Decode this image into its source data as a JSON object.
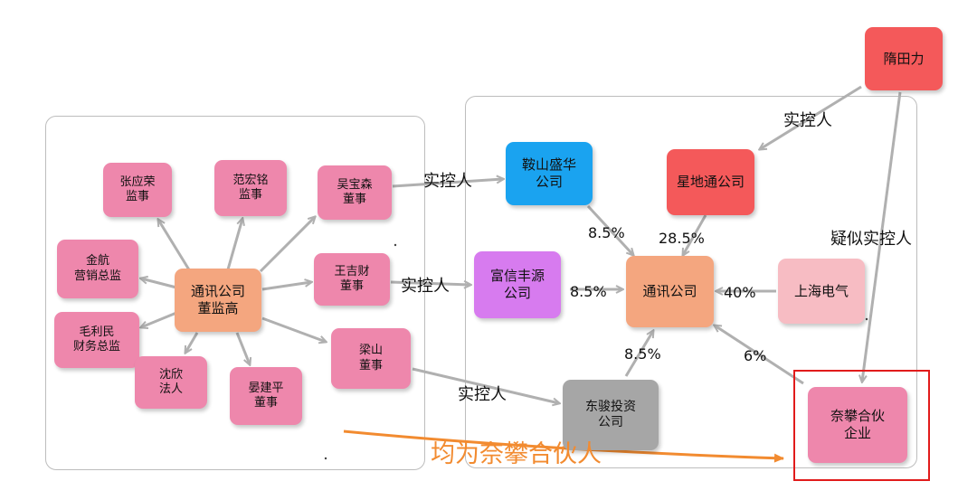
{
  "nodes": {
    "zhang_yingrong": "张应荣\n监事",
    "fan_hongming": "范宏铭\n监事",
    "wu_baosen": "吴宝森\n董事",
    "jin_hang": "金航\n营销总监",
    "wang_jicai": "王吉财\n董事",
    "tongxun_exec": "通讯公司\n董监高",
    "mao_limin": "毛利民\n财务总监",
    "liang_shan": "梁山\n董事",
    "shen_xin": "沈欣\n法人",
    "yan_jianping": "晏建平\n董事",
    "anshan_shenghua": "鞍山盛华\n公司",
    "xingditong": "星地通公司",
    "sui_tianli": "隋田力",
    "fuxin_fengyuan": "富信丰源\n公司",
    "tongxun_company": "通讯公司",
    "shanghai_dianqi": "上海电气",
    "dongjun_touzi": "东骏投资\n公司",
    "naipan_hehuo": "奈攀合伙\n企业"
  },
  "labels": {
    "controller": "实控人",
    "suspected_controller": "疑似实控人",
    "pct_anshan": "8.5%",
    "pct_xingditong": "28.5%",
    "pct_fuxin": "8.5%",
    "pct_shanghai": "40%",
    "pct_dongjun": "8.5%",
    "pct_naipan": "6%"
  },
  "footnote": "均为奈攀合伙人",
  "colors": {
    "arrow": "#b0b0b0",
    "footnote_arrow": "#f28b30",
    "highlight_box": "#e11b1b"
  }
}
